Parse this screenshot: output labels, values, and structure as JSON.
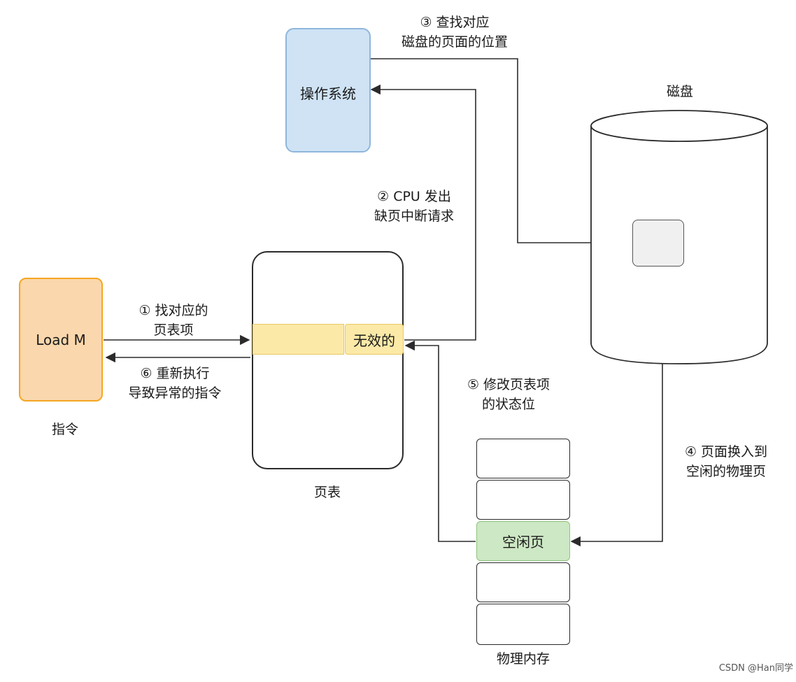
{
  "instruction": {
    "box_text": "Load M",
    "caption": "指令"
  },
  "os": {
    "box_text": "操作系统"
  },
  "disk": {
    "caption": "磁盘"
  },
  "page_table": {
    "caption": "页表",
    "invalid_cell": "无效的"
  },
  "physical_memory": {
    "caption": "物理内存",
    "free_page": "空闲页"
  },
  "steps": {
    "s1": {
      "line1": "① 找对应的",
      "line2": "页表项"
    },
    "s2": {
      "line1": "② CPU 发出",
      "line2": "缺页中断请求"
    },
    "s3": {
      "line1": "③ 查找对应",
      "line2": "磁盘的页面的位置"
    },
    "s4": {
      "line1": "④ 页面换入到",
      "line2": "空闲的物理页"
    },
    "s5": {
      "line1": "⑤ 修改页表项",
      "line2": "的状态位"
    },
    "s6": {
      "line1": "⑥ 重新执行",
      "line2": "导致异常的指令"
    }
  },
  "watermark": "CSDN @Han同学",
  "colors": {
    "instruction_fill": "#fad7ac",
    "instruction_stroke": "#f5a623",
    "os_fill": "#cfe3f5",
    "os_stroke": "#8fb6dc",
    "row_fill": "#fbe9a7",
    "row_stroke": "#e8c964",
    "free_fill": "#cde8c4",
    "free_stroke": "#8fc47e",
    "line": "#2b2b2b"
  }
}
